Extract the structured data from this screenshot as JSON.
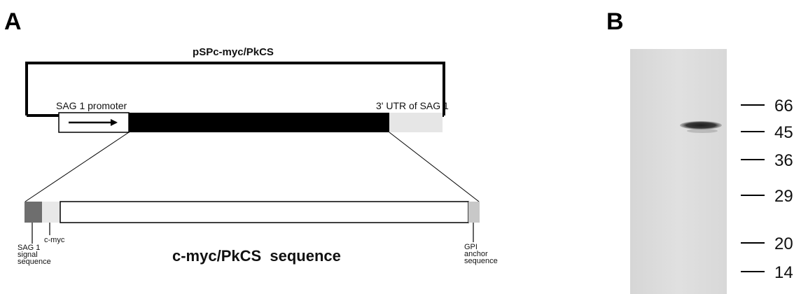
{
  "panel_a": {
    "letter": "A",
    "plasmid_name": "pSPc-myc/PkCS",
    "promoter_label": "SAG 1 promoter",
    "utr_label": "3' UTR of SAG 1",
    "sequence_title": "c-myc/PkCS  sequence",
    "signal_label": [
      "SAG 1",
      "signal",
      "sequence"
    ],
    "cmyc_label": "c-myc",
    "gpi_label": [
      "GPI",
      "anchor",
      "sequence"
    ],
    "colors": {
      "insert": "#000000",
      "utr": "#e6e6e6",
      "signal": "#6e6e6e",
      "cmyc": "#e8e8e8",
      "gpi": "#c8c8c8"
    }
  },
  "panel_b": {
    "letter": "B",
    "markers": [
      "66",
      "45",
      "36",
      "29",
      "20",
      "14"
    ],
    "blot_background": "#dcdcdc",
    "band_color": "#2a2a2a"
  }
}
